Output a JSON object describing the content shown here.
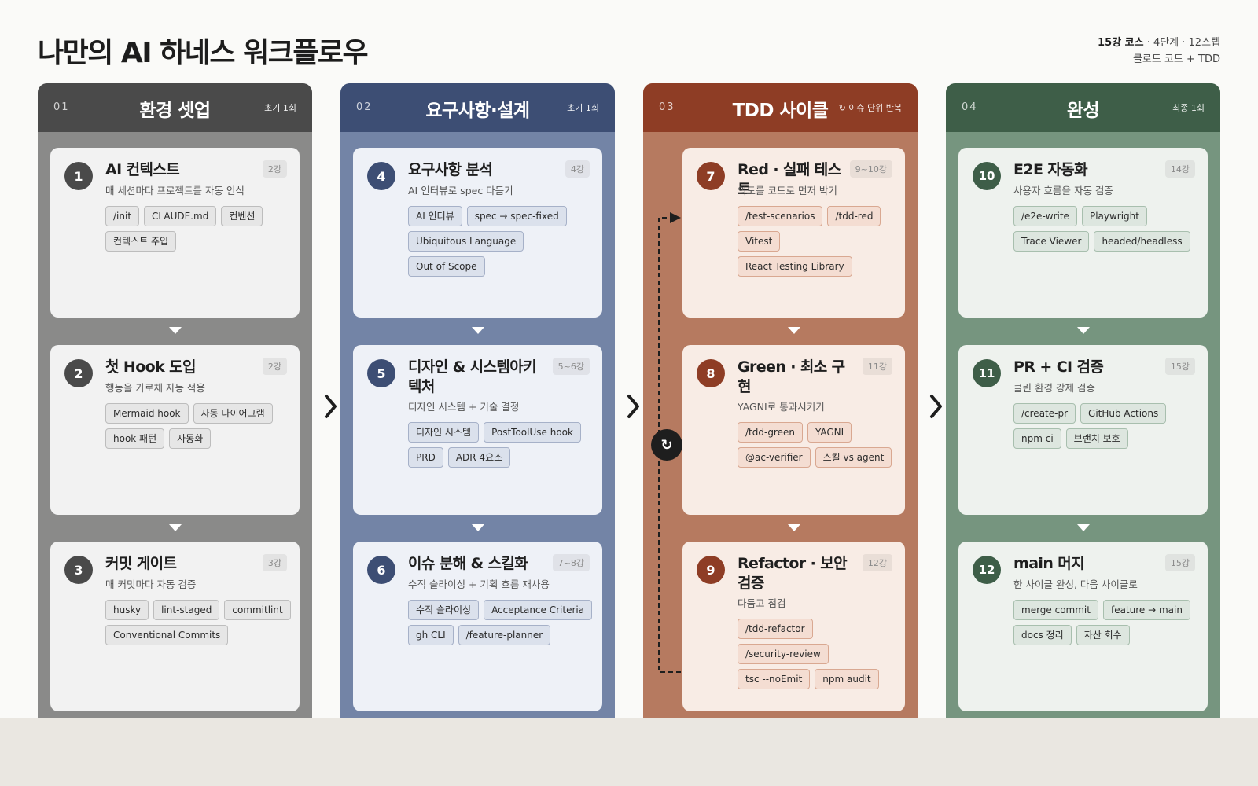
{
  "header": {
    "title": "나만의 AI 하네스 워크플로우",
    "meta_line1_bold": "15강 코스",
    "meta_line1_rest": " · 4단계 · 12스텝",
    "meta_line2": "클로드 코드 + TDD"
  },
  "loop_icon": "↻",
  "columns": [
    {
      "num": "01",
      "title": "환경 셋업",
      "tag": "초기 1회",
      "color": "#4A4A4A",
      "cards": [
        {
          "step": "1",
          "title": "AI 컨텍스트",
          "lec": "2강",
          "sub": "매 세션마다 프로젝트를 자동 인식",
          "chips": [
            "/init",
            "CLAUDE.md",
            "컨벤션",
            "컨텍스트 주입"
          ]
        },
        {
          "step": "2",
          "title": "첫 Hook 도입",
          "lec": "2강",
          "sub": "행동을 가로채 자동 적용",
          "chips": [
            "Mermaid hook",
            "자동 다이어그램",
            "hook 패턴",
            "자동화"
          ]
        },
        {
          "step": "3",
          "title": "커밋 게이트",
          "lec": "3강",
          "sub": "매 커밋마다 자동 검증",
          "chips": [
            "husky",
            "lint-staged",
            "commitlint",
            "Conventional Commits"
          ]
        }
      ]
    },
    {
      "num": "02",
      "title": "요구사항·설계",
      "tag": "초기 1회",
      "color": "#3D4E74",
      "cards": [
        {
          "step": "4",
          "title": "요구사항 분석",
          "lec": "4강",
          "sub": "AI 인터뷰로 spec 다듬기",
          "chips": [
            "AI 인터뷰",
            "spec → spec-fixed",
            "Ubiquitous Language",
            "Out of Scope"
          ]
        },
        {
          "step": "5",
          "title": "디자인 & 시스템아키텍처",
          "lec": "5~6강",
          "sub": "디자인 시스템 + 기술 결정",
          "chips": [
            "디자인 시스템",
            "PostToolUse hook",
            "PRD",
            "ADR 4요소"
          ]
        },
        {
          "step": "6",
          "title": "이슈 분해 & 스킬화",
          "lec": "7~8강",
          "sub": "수직 슬라이싱 + 기획 흐름 재사용",
          "chips": [
            "수직 슬라이싱",
            "Acceptance Criteria",
            "gh CLI",
            "/feature-planner"
          ]
        }
      ]
    },
    {
      "num": "03",
      "title": "TDD 사이클",
      "tag": "↻ 이슈 단위 반복",
      "color": "#8E3D25",
      "cards": [
        {
          "step": "7",
          "title": "Red · 실패 테스트",
          "lec": "9~10강",
          "sub": "의도를 코드로 먼저 박기",
          "chips": [
            "/test-scenarios",
            "/tdd-red",
            "Vitest",
            "React Testing Library"
          ]
        },
        {
          "step": "8",
          "title": "Green · 최소 구현",
          "lec": "11강",
          "sub": "YAGNI로 통과시키기",
          "chips": [
            "/tdd-green",
            "YAGNI",
            "@ac-verifier",
            "스킬 vs agent"
          ]
        },
        {
          "step": "9",
          "title": "Refactor · 보안 검증",
          "lec": "12강",
          "sub": "다듬고 점검",
          "chips": [
            "/tdd-refactor",
            "/security-review",
            "tsc --noEmit",
            "npm audit"
          ]
        }
      ]
    },
    {
      "num": "04",
      "title": "완성",
      "tag": "최종 1회",
      "color": "#3E5E48",
      "cards": [
        {
          "step": "10",
          "title": "E2E 자동화",
          "lec": "14강",
          "sub": "사용자 흐름을 자동 검증",
          "chips": [
            "/e2e-write",
            "Playwright",
            "Trace Viewer",
            "headed/headless"
          ]
        },
        {
          "step": "11",
          "title": "PR + CI 검증",
          "lec": "15강",
          "sub": "클린 환경 강제 검증",
          "chips": [
            "/create-pr",
            "GitHub Actions",
            "npm ci",
            "브랜치 보호"
          ]
        },
        {
          "step": "12",
          "title": "main 머지",
          "lec": "15강",
          "sub": "한 사이클 완성, 다음 사이클로",
          "chips": [
            "merge commit",
            "feature → main",
            "docs 정리",
            "자산 회수"
          ]
        }
      ]
    }
  ]
}
